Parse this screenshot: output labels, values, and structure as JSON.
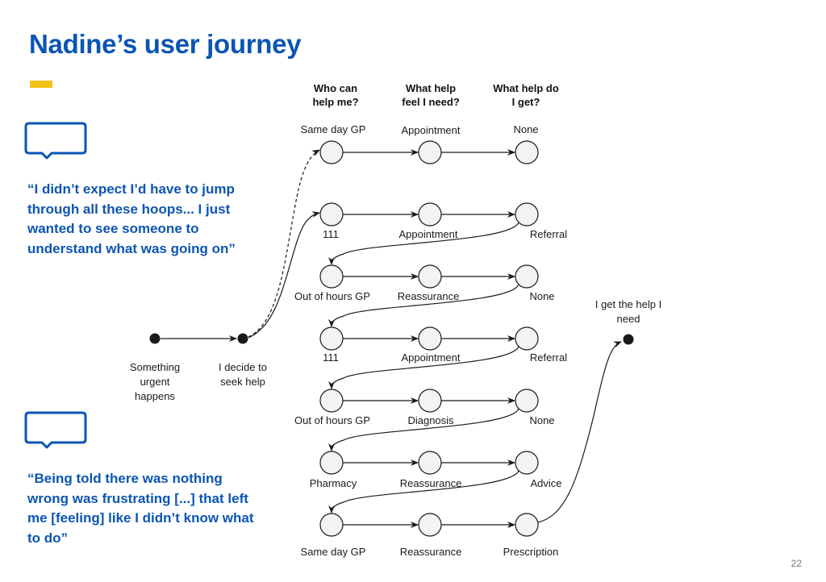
{
  "title": "Nadine’s user journey",
  "quotes": [
    {
      "text": "“I didn’t expect I’d have to jump through all these hoops... I just wanted to see someone to understand what was going on”",
      "icon": "speech-bubble-icon"
    },
    {
      "text": "“Being told there was nothing wrong was frustrating [...] that left me [feeling] like I didn’t know what to do”",
      "icon": "speech-bubble-icon"
    }
  ],
  "columns": [
    {
      "header_line1": "Who can",
      "header_line2": "help me?"
    },
    {
      "header_line1": "What help",
      "header_line2": "feel I need?"
    },
    {
      "header_line1": "What help do",
      "header_line2": "I get?"
    }
  ],
  "start_nodes": [
    {
      "label_line1": "Something",
      "label_line2": "urgent",
      "label_line3": "happens"
    },
    {
      "label_line1": "I decide to",
      "label_line2": "seek help"
    }
  ],
  "end_node": {
    "label_line1": "I get the help I",
    "label_line2": "need"
  },
  "rows": [
    {
      "who": "Same day GP",
      "need": "Appointment",
      "get": "None",
      "path": "dashed-alternative"
    },
    {
      "who": "111",
      "need": "Appointment",
      "get": "Referral"
    },
    {
      "who": "Out of hours GP",
      "need": "Reassurance",
      "get": "None"
    },
    {
      "who": "111",
      "need": "Appointment",
      "get": "Referral"
    },
    {
      "who": "Out of hours GP",
      "need": "Diagnosis",
      "get": "None"
    },
    {
      "who": "Pharmacy",
      "need": "Reassurance",
      "get": "Advice"
    },
    {
      "who": "Same day GP",
      "need": "Reassurance",
      "get": "Prescription"
    }
  ],
  "colors": {
    "brand_blue": "#0b55b3",
    "accent_yellow": "#f2c318",
    "node_fill": "#f3f3f3",
    "line": "#1a1a1a"
  },
  "page_number": "22"
}
